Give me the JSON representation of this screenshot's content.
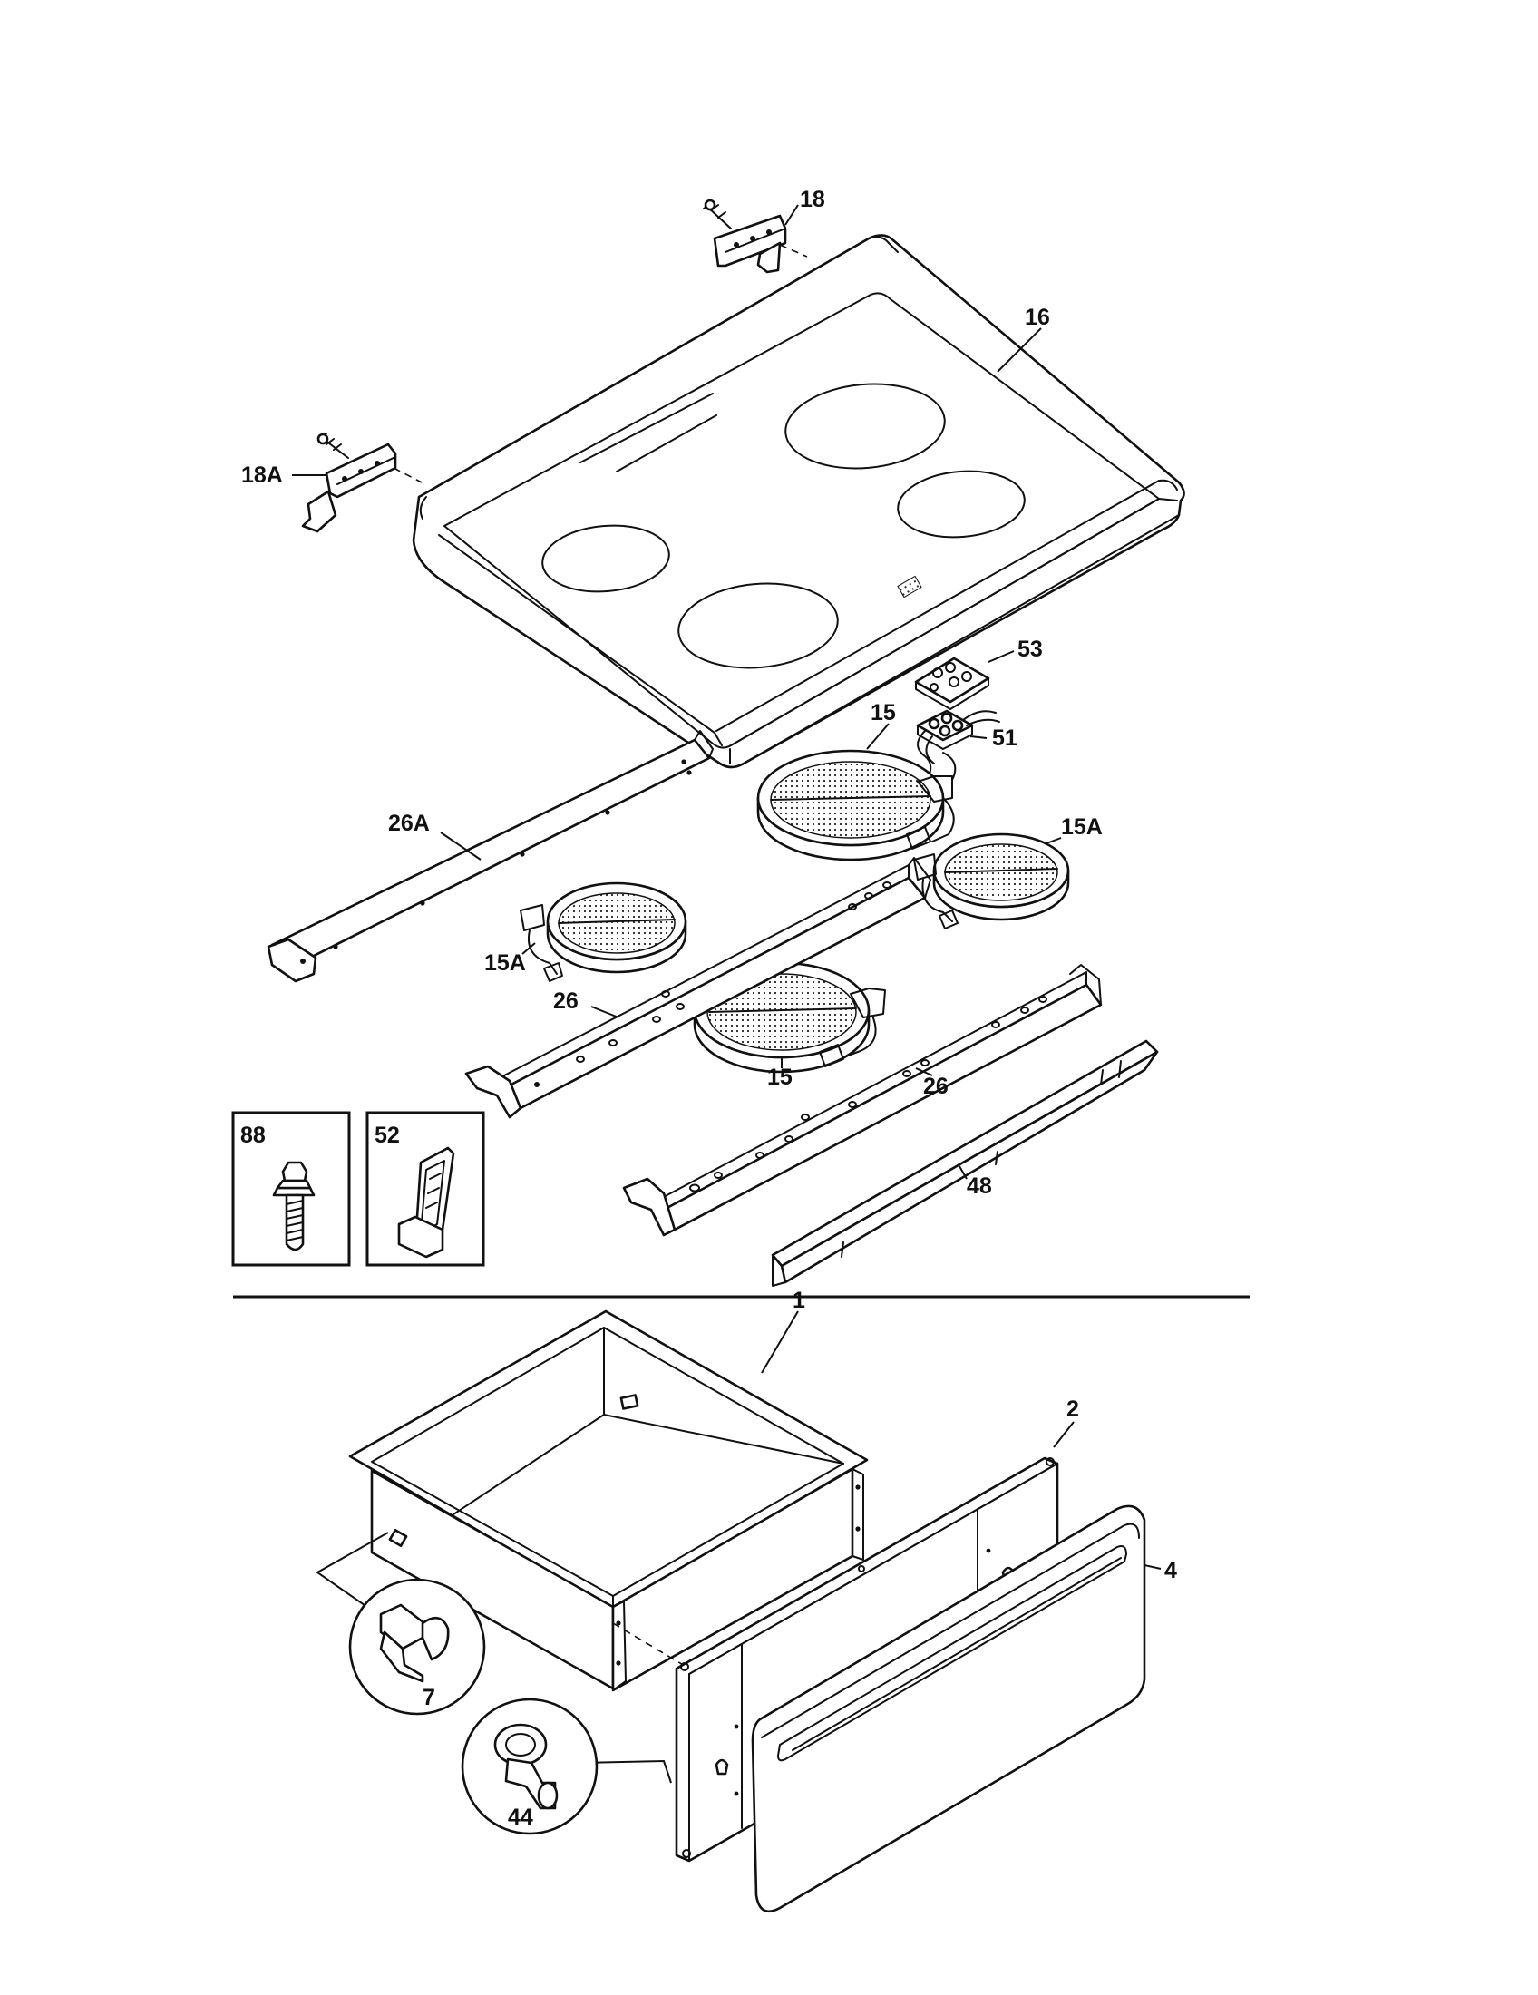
{
  "callouts": {
    "c18": "18",
    "c18a": "18A",
    "c16": "16",
    "c53": "53",
    "c15_top": "15",
    "c51": "51",
    "c26a": "26A",
    "c15a_right": "15A",
    "c15a_left": "15A",
    "c26_left": "26",
    "c15_bottom": "15",
    "c26_right": "26",
    "c48": "48",
    "c88": "88",
    "c52": "52",
    "c1": "1",
    "c2": "2",
    "c4": "4",
    "c7": "7",
    "c44": "44"
  }
}
